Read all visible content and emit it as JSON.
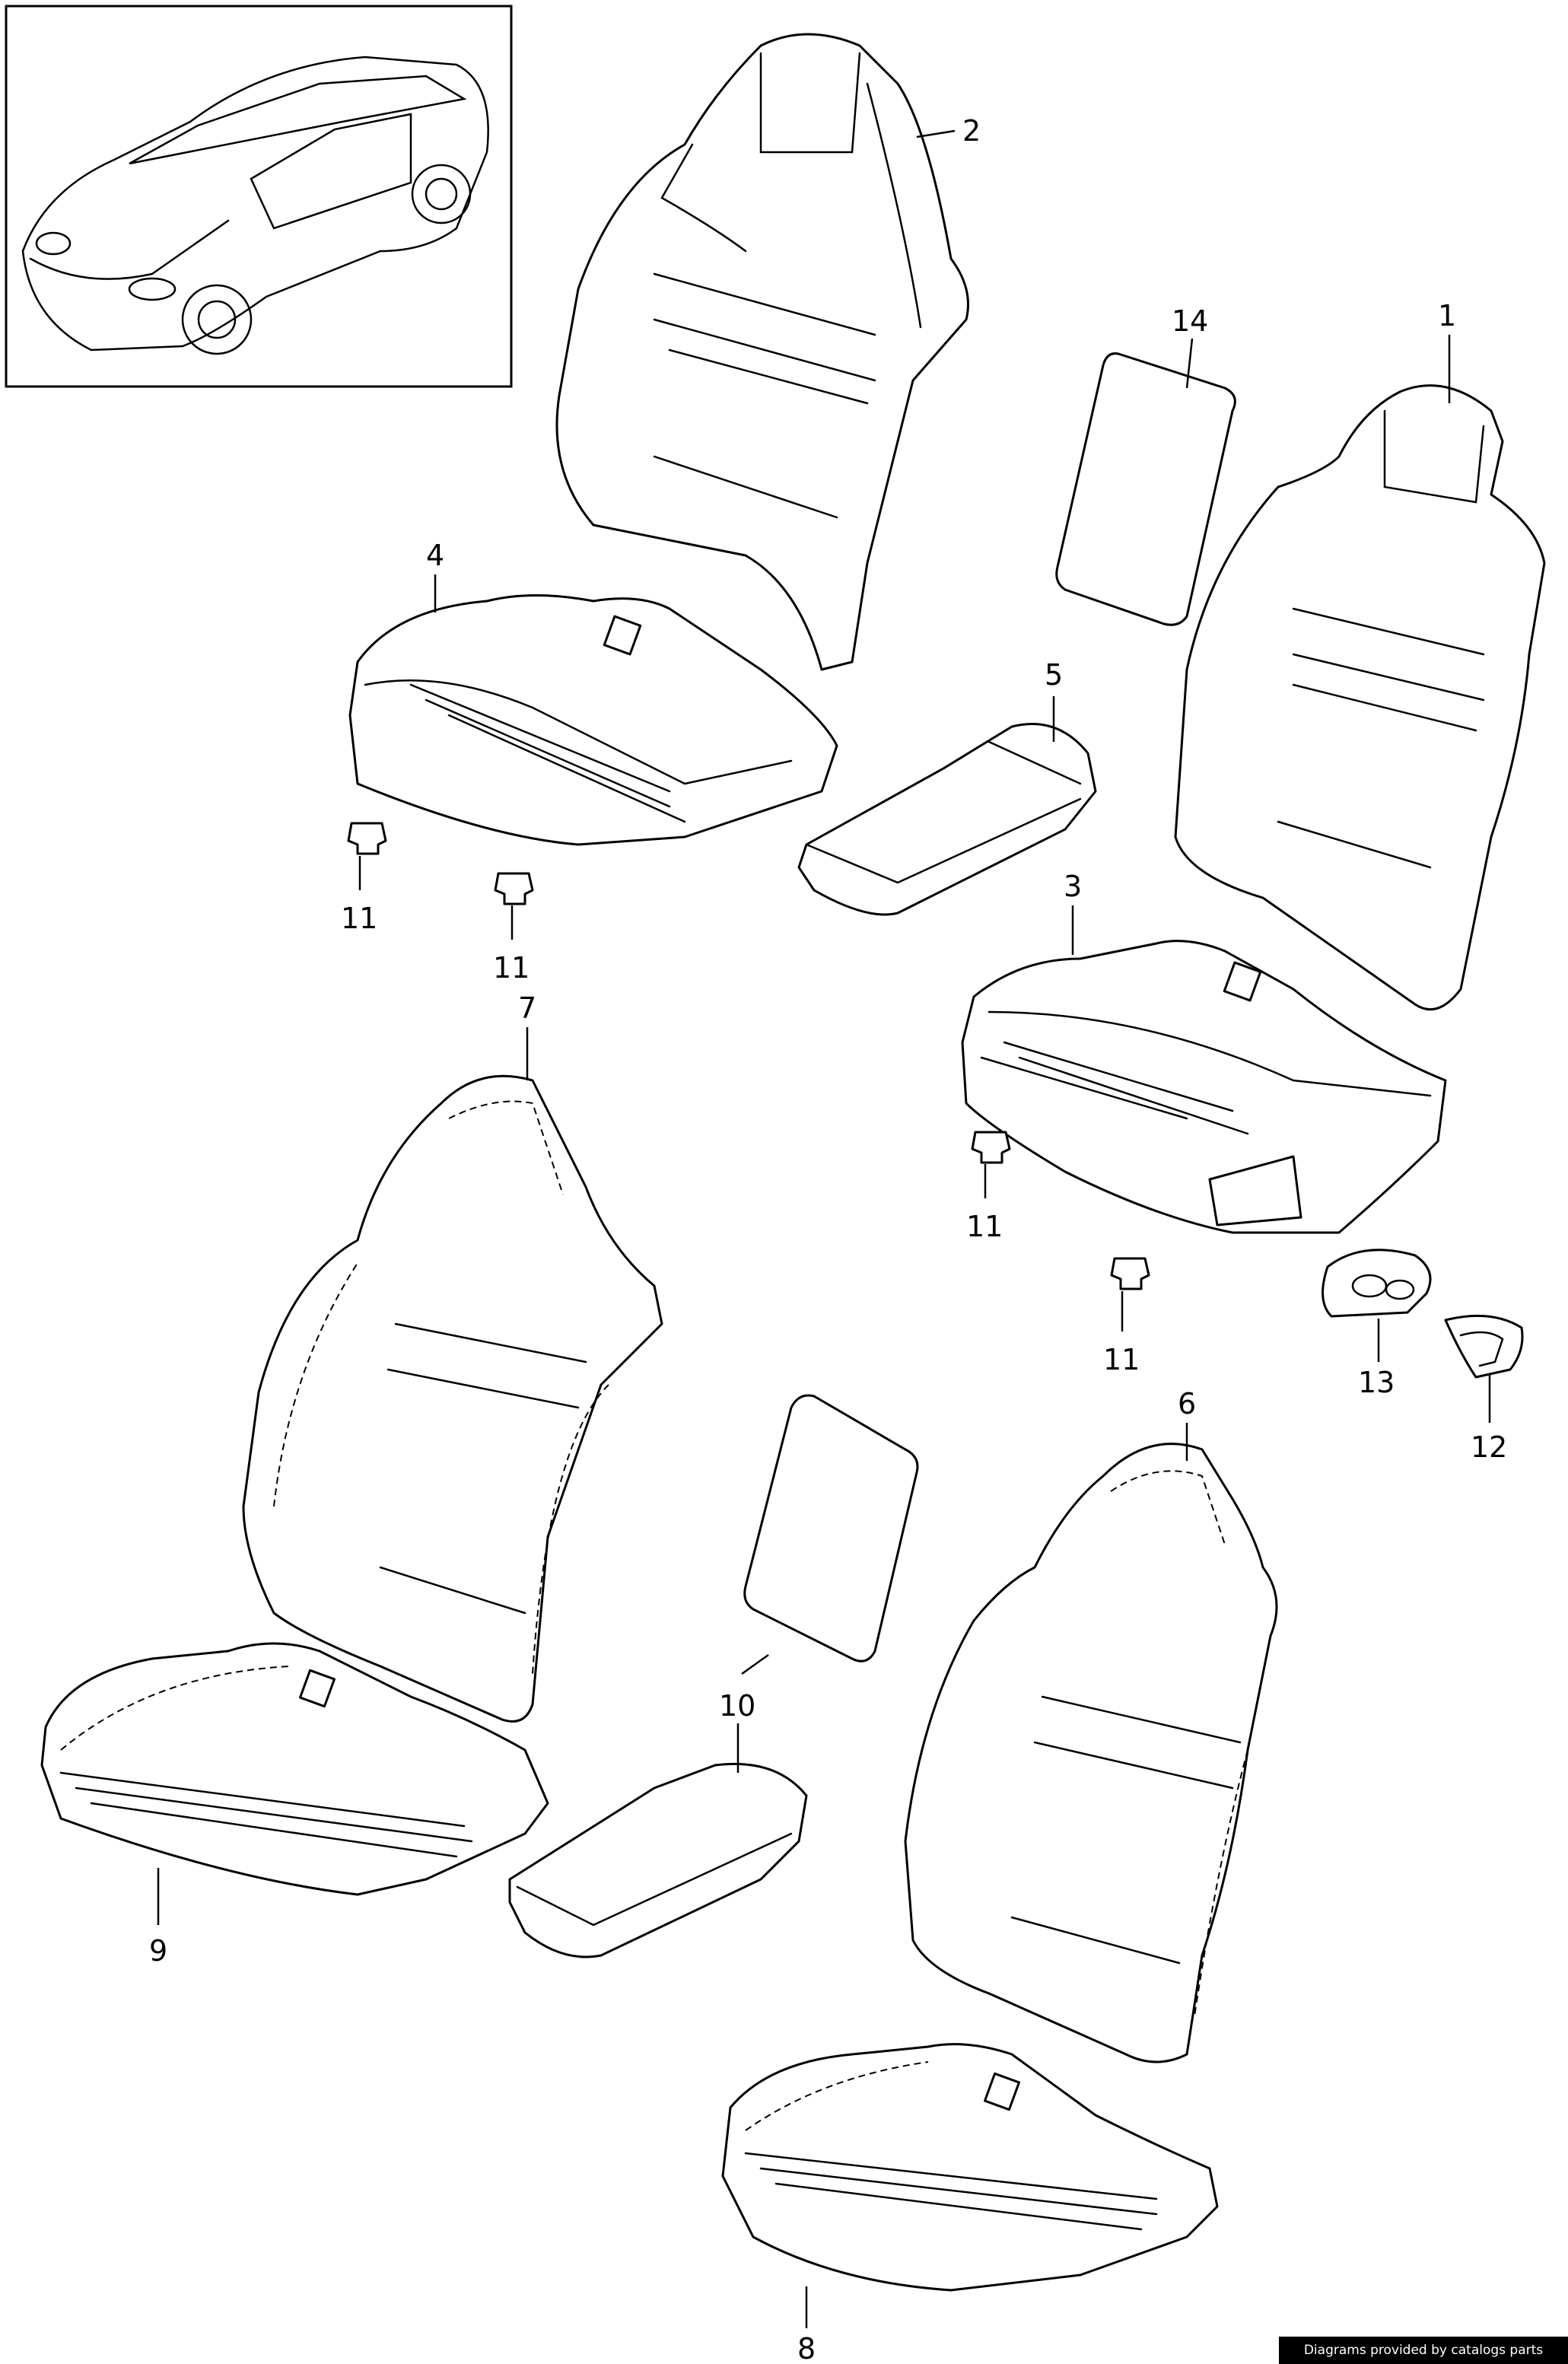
{
  "callouts": {
    "c1": "1",
    "c2": "2",
    "c3": "3",
    "c4": "4",
    "c5": "5",
    "c6": "6",
    "c7": "7",
    "c8": "8",
    "c9": "9",
    "c10": "10",
    "c11a": "11",
    "c11b": "11",
    "c11c": "11",
    "c11d": "11",
    "c12": "12",
    "c13": "13",
    "c14": "14"
  },
  "credit": "Diagrams provided by catalogs parts"
}
